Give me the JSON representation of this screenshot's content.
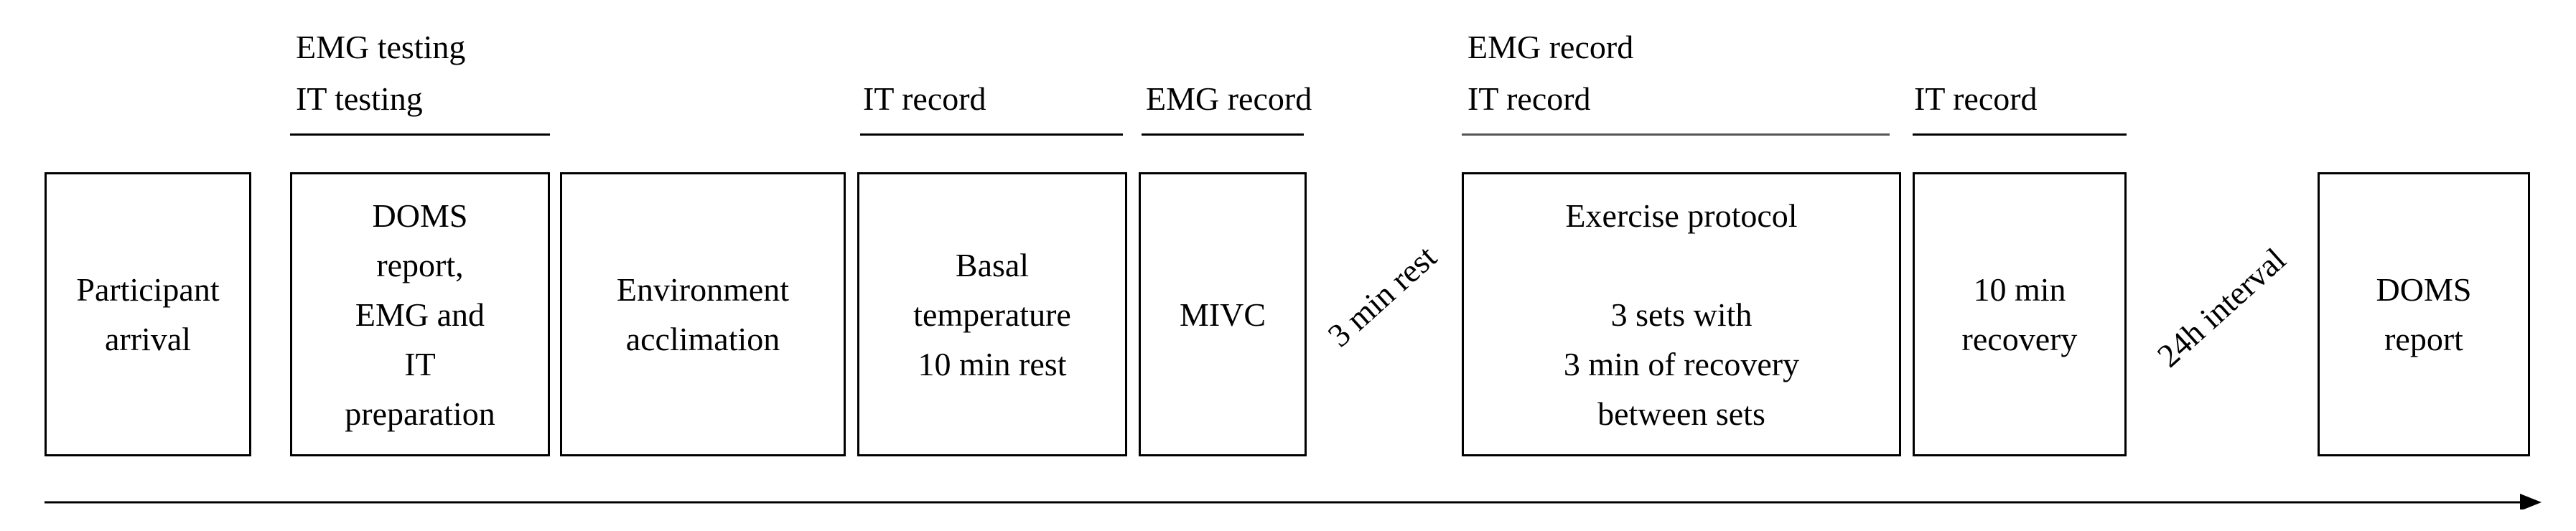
{
  "steps": [
    {
      "label": "Participant\narrival"
    },
    {
      "label": "DOMS\nreport,\nEMG and\nIT\npreparation"
    },
    {
      "label": "Environment\nacclimation"
    },
    {
      "label": "Basal\ntemperature\n10 min  rest"
    },
    {
      "label": "MIVC"
    },
    {
      "label": "Exercise  protocol\n\n3 sets with\n3 min  of recovery\nbetween sets"
    },
    {
      "label": "10 min\nrecovery"
    },
    {
      "label": "DOMS\nreport"
    }
  ],
  "headers": {
    "h1_line1": "EMG testing",
    "h1_line2": "IT testing",
    "h2": "IT record",
    "h3": "EMG record",
    "h4_line1": "EMG record",
    "h4_line2": "IT record",
    "h5": "IT record"
  },
  "intervals": {
    "rest": "3 min rest",
    "gap": "24h interval"
  }
}
